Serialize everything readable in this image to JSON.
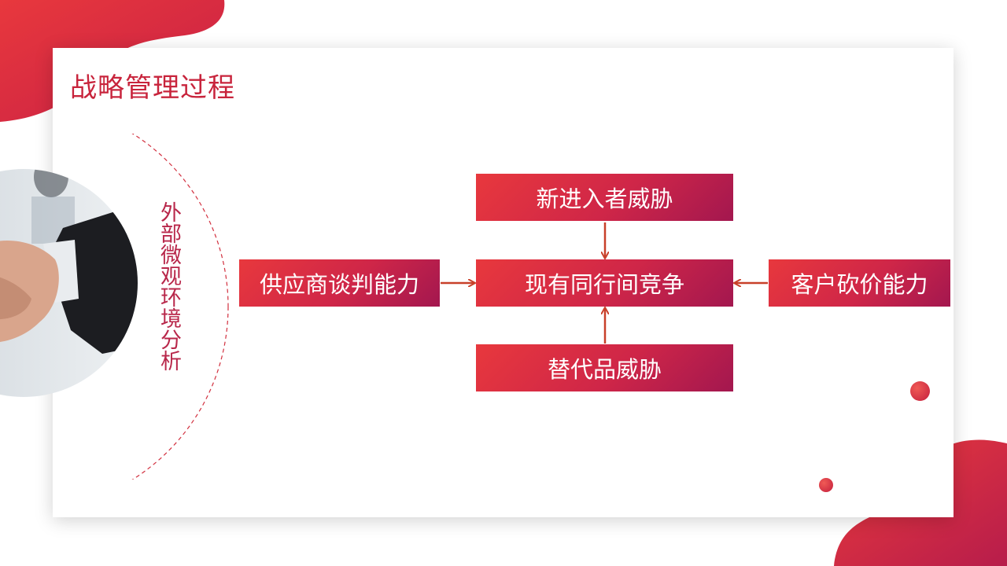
{
  "title": "战略管理过程",
  "side_label": "外部微观环境分析",
  "diagram": {
    "top": "新进入者威胁",
    "left": "供应商谈判能力",
    "center": "现有同行间竞争",
    "right": "客户砍价能力",
    "bottom": "替代品威胁"
  },
  "colors": {
    "accent": "#c8243c",
    "box_start": "#e8383d",
    "box_end": "#a3174f",
    "arrow": "#c8402a"
  },
  "icons": [
    "handshake-photo"
  ]
}
